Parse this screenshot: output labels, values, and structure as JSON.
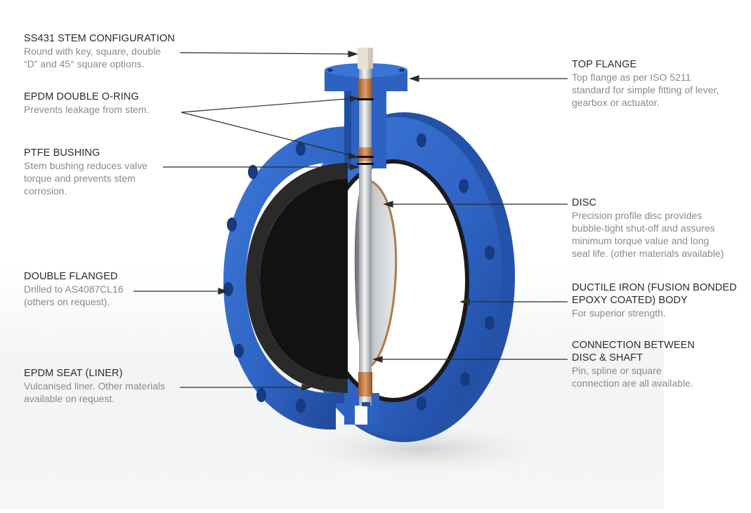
{
  "diagram": {
    "subject": "Double flanged butterfly valve cutaway",
    "colors": {
      "body_blue": "#2f63c4",
      "body_blue_dark": "#1c3f8f",
      "liner_black": "#1a1a1a",
      "bushing_copper": "#c47a3c",
      "stem_silver": "#d6d9dc",
      "leader_line": "#2b2b2b",
      "title_text": "#2b2b2b",
      "desc_text": "#8a8a8a"
    },
    "callouts": {
      "stem": {
        "title": "SS431 STEM CONFIGURATION",
        "lines": [
          "Round with key, square, double",
          "“D” and 45° square options."
        ]
      },
      "oring": {
        "title": "EPDM DOUBLE O-RING",
        "lines": [
          "Prevents leakage from stem."
        ]
      },
      "bushing": {
        "title": "PTFE BUSHING",
        "lines": [
          "Stem bushing reduces valve",
          "torque and prevents stem",
          "corrosion."
        ]
      },
      "flanged": {
        "title": "DOUBLE FLANGED",
        "lines": [
          "Drilled to AS4087CL16",
          "(others on request)."
        ]
      },
      "seat": {
        "title": "EPDM SEAT (LINER)",
        "lines": [
          "Vulcanised liner. Other materials",
          "available on request."
        ]
      },
      "top_flange": {
        "title": "TOP FLANGE",
        "lines": [
          "Top flange as per ISO 5211",
          "standard for simple fitting of lever,",
          "gearbox or actuator."
        ]
      },
      "disc": {
        "title": "DISC",
        "lines": [
          "Precision profile disc provides",
          "bubble-tight shut-off and assures",
          "minimum torque value and long",
          "seal life. (other materials available)"
        ]
      },
      "body": {
        "title_lines": [
          "DUCTILE IRON (FUSION BONDED",
          "EPOXY COATED) BODY"
        ],
        "lines": [
          "For superior strength."
        ]
      },
      "connection": {
        "title_lines": [
          "CONNECTION BETWEEN",
          "DISC & SHAFT"
        ],
        "lines": [
          "Pin, spline or square",
          "connection are all available."
        ]
      }
    }
  }
}
